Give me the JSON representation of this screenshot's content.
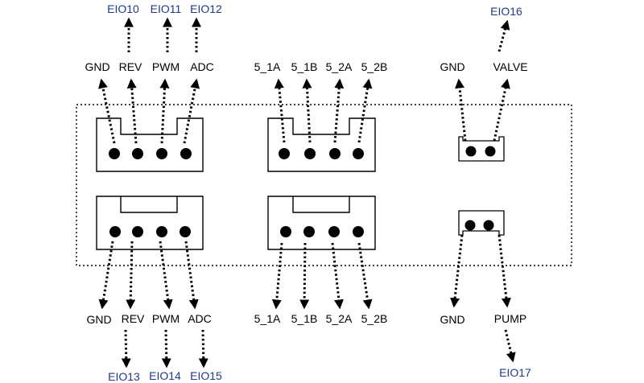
{
  "colors": {
    "line": "#000000",
    "eio": "#1f3a8a"
  },
  "top": {
    "pins_left": [
      "GND",
      "REV",
      "PWM",
      "ADC"
    ],
    "eio_left": [
      "EIO10",
      "EIO11",
      "EIO12"
    ],
    "pins_mid": [
      "5_1A",
      "5_1B",
      "5_2A",
      "5_2B"
    ],
    "pins_right": [
      "GND",
      "VALVE"
    ],
    "eio_right": "EIO16"
  },
  "bottom": {
    "pins_left": [
      "GND",
      "REV",
      "PWM",
      "ADC"
    ],
    "eio_left": [
      "EIO13",
      "EIO14",
      "EIO15"
    ],
    "pins_mid": [
      "5_1A",
      "5_1B",
      "5_2A",
      "5_2B"
    ],
    "pins_right": [
      "GND",
      "PUMP"
    ],
    "eio_right": "EIO17"
  }
}
